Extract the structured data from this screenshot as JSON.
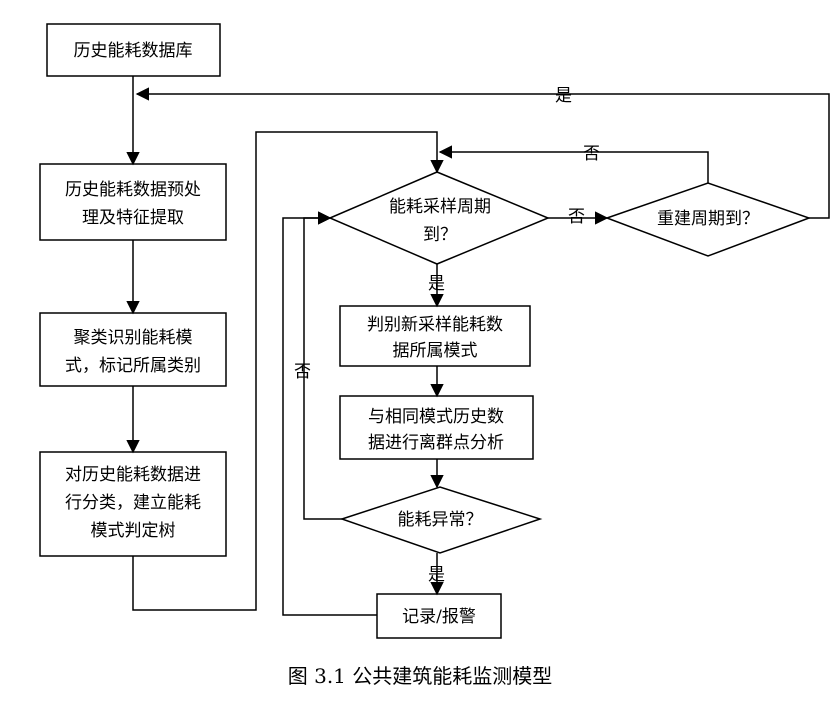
{
  "nodes": {
    "history_db": [
      "历史能耗数据库"
    ],
    "preprocess": [
      "历史能耗数据预处",
      "理及特征提取"
    ],
    "clustering": [
      "聚类识别能耗模",
      "式，标记所属类别"
    ],
    "classify": [
      "对历史能耗数据进",
      "行分类，建立能耗",
      "模式判定树"
    ],
    "sampling_check": [
      "能耗采样周期",
      "到？"
    ],
    "rebuild_check": [
      "重建周期到？"
    ],
    "judge_mode": [
      "判别新采样能耗数",
      "据所属模式"
    ],
    "outlier_analysis": [
      "与相同模式历史数",
      "据进行离群点分析"
    ],
    "anomaly_check": [
      "能耗异常？"
    ],
    "record_alarm": [
      "记录/报警"
    ]
  },
  "edge_labels": {
    "rebuild_yes": "是",
    "rebuild_no": "否",
    "sampling_no": "否",
    "sampling_yes": "是",
    "anomaly_no": "否",
    "anomaly_yes": "是"
  },
  "caption": "图 3.1  公共建筑能耗监测模型"
}
